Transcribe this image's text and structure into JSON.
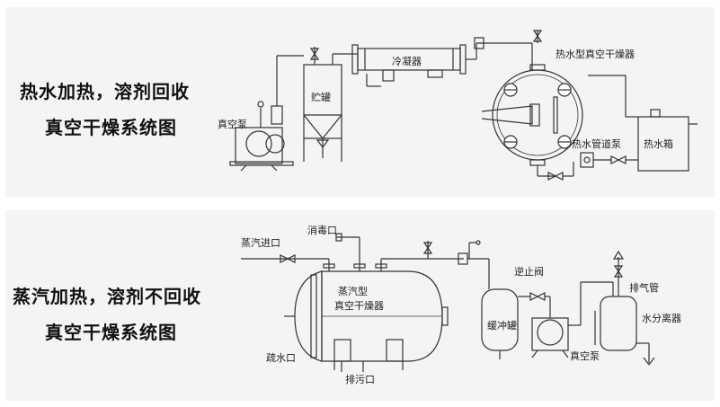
{
  "top": {
    "title_line1": "热水加热，溶剂回收",
    "title_line2": "真空干燥系统图",
    "labels": {
      "vacuum_pump": "真空泵",
      "storage_tank": "贮罐",
      "condenser": "冷凝器",
      "dryer": "热水型真空干燥器",
      "hot_water_pump": "热水管道泵",
      "hot_water_tank": "热水箱"
    }
  },
  "bottom": {
    "title_line1": "蒸汽加热，溶剂不回收",
    "title_line2": "真空干燥系统图",
    "labels": {
      "steam_inlet": "蒸汽进口",
      "disinfect": "消毒口",
      "dryer_line1": "蒸汽型",
      "dryer_line2": "真空干燥器",
      "drain": "疏水口",
      "sewage": "排污口",
      "buffer_tank": "缓冲罐",
      "check_valve": "逆止阀",
      "vacuum_pump": "真空泵",
      "exhaust_pipe": "排气管",
      "water_separator": "水分离器"
    }
  }
}
